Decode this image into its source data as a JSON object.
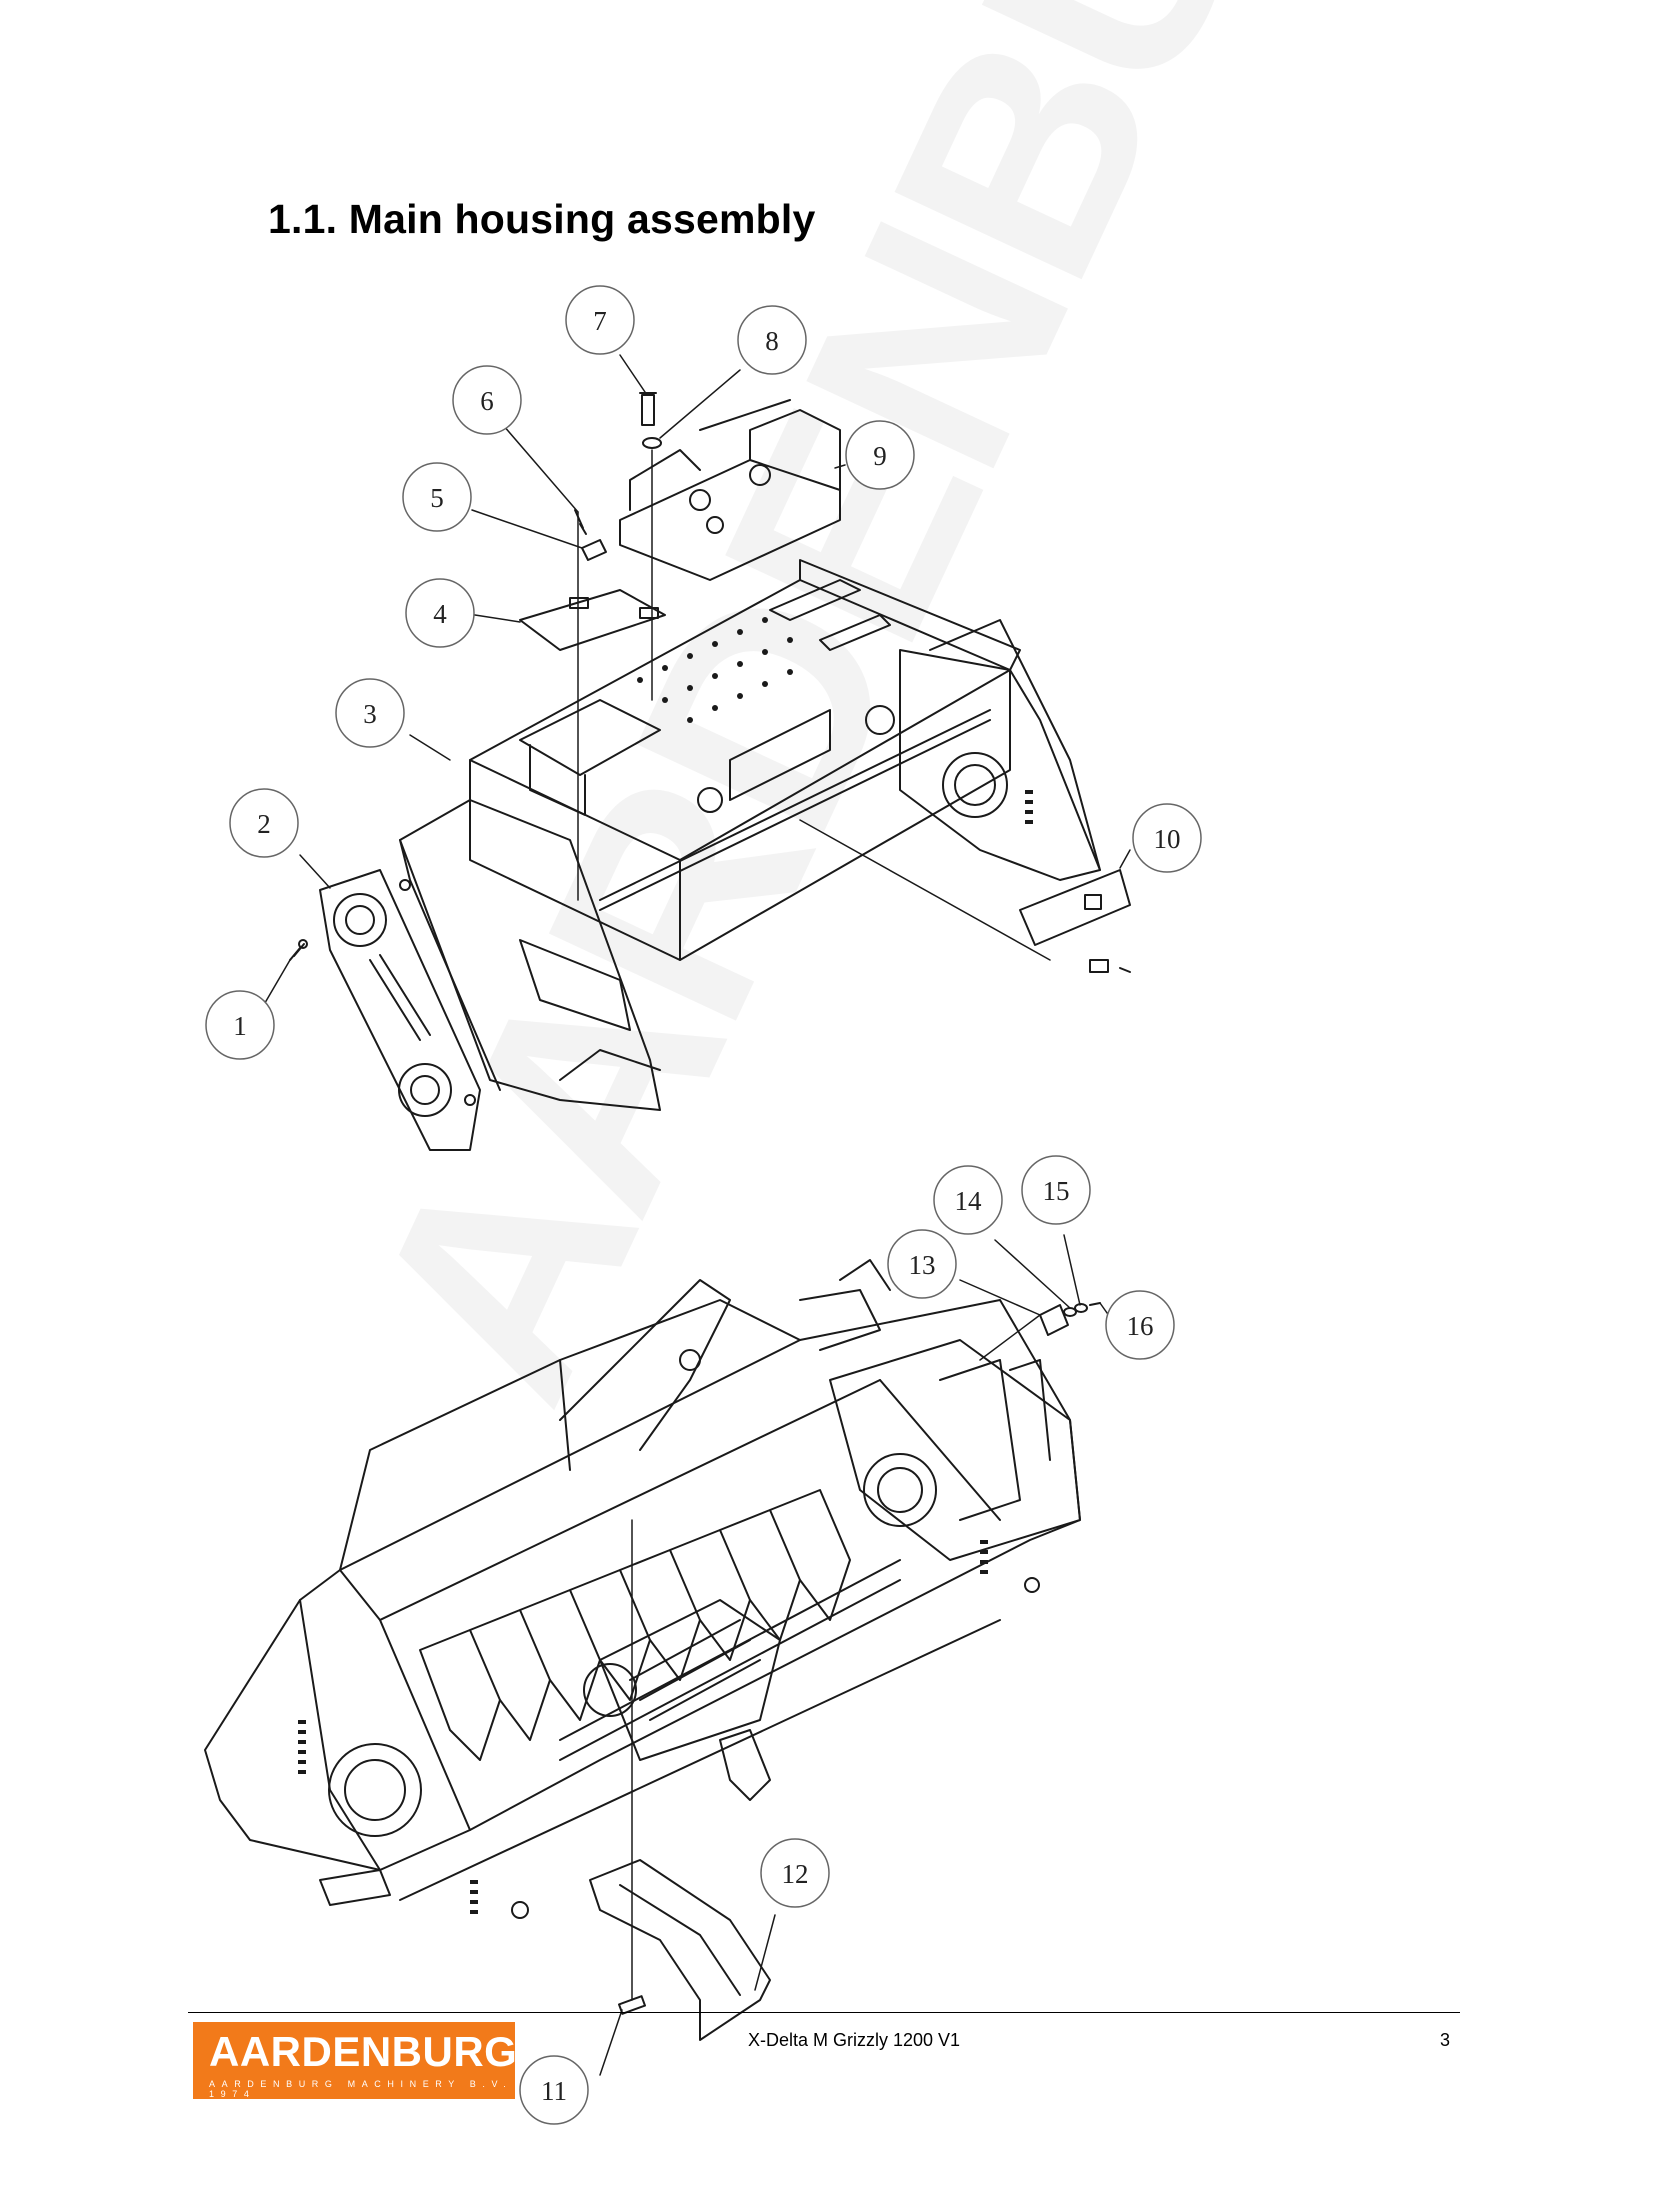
{
  "page": {
    "title": "1.1. Main housing assembly",
    "watermark": "AARDENBURG"
  },
  "callouts": [
    {
      "num": "1"
    },
    {
      "num": "2"
    },
    {
      "num": "3"
    },
    {
      "num": "4"
    },
    {
      "num": "5"
    },
    {
      "num": "6"
    },
    {
      "num": "7"
    },
    {
      "num": "8"
    },
    {
      "num": "9"
    },
    {
      "num": "10"
    },
    {
      "num": "11"
    },
    {
      "num": "12"
    },
    {
      "num": "13"
    },
    {
      "num": "14"
    },
    {
      "num": "15"
    },
    {
      "num": "16"
    }
  ],
  "footer": {
    "logo_name": "AARDENBURG",
    "logo_tagline": "AARDENBURG MACHINERY B.V. 1974",
    "document_name": "X-Delta M Grizzly 1200 V1",
    "page_number": "3"
  },
  "colors": {
    "brand_orange": "#f27a1a",
    "line": "#1a1a1a"
  }
}
